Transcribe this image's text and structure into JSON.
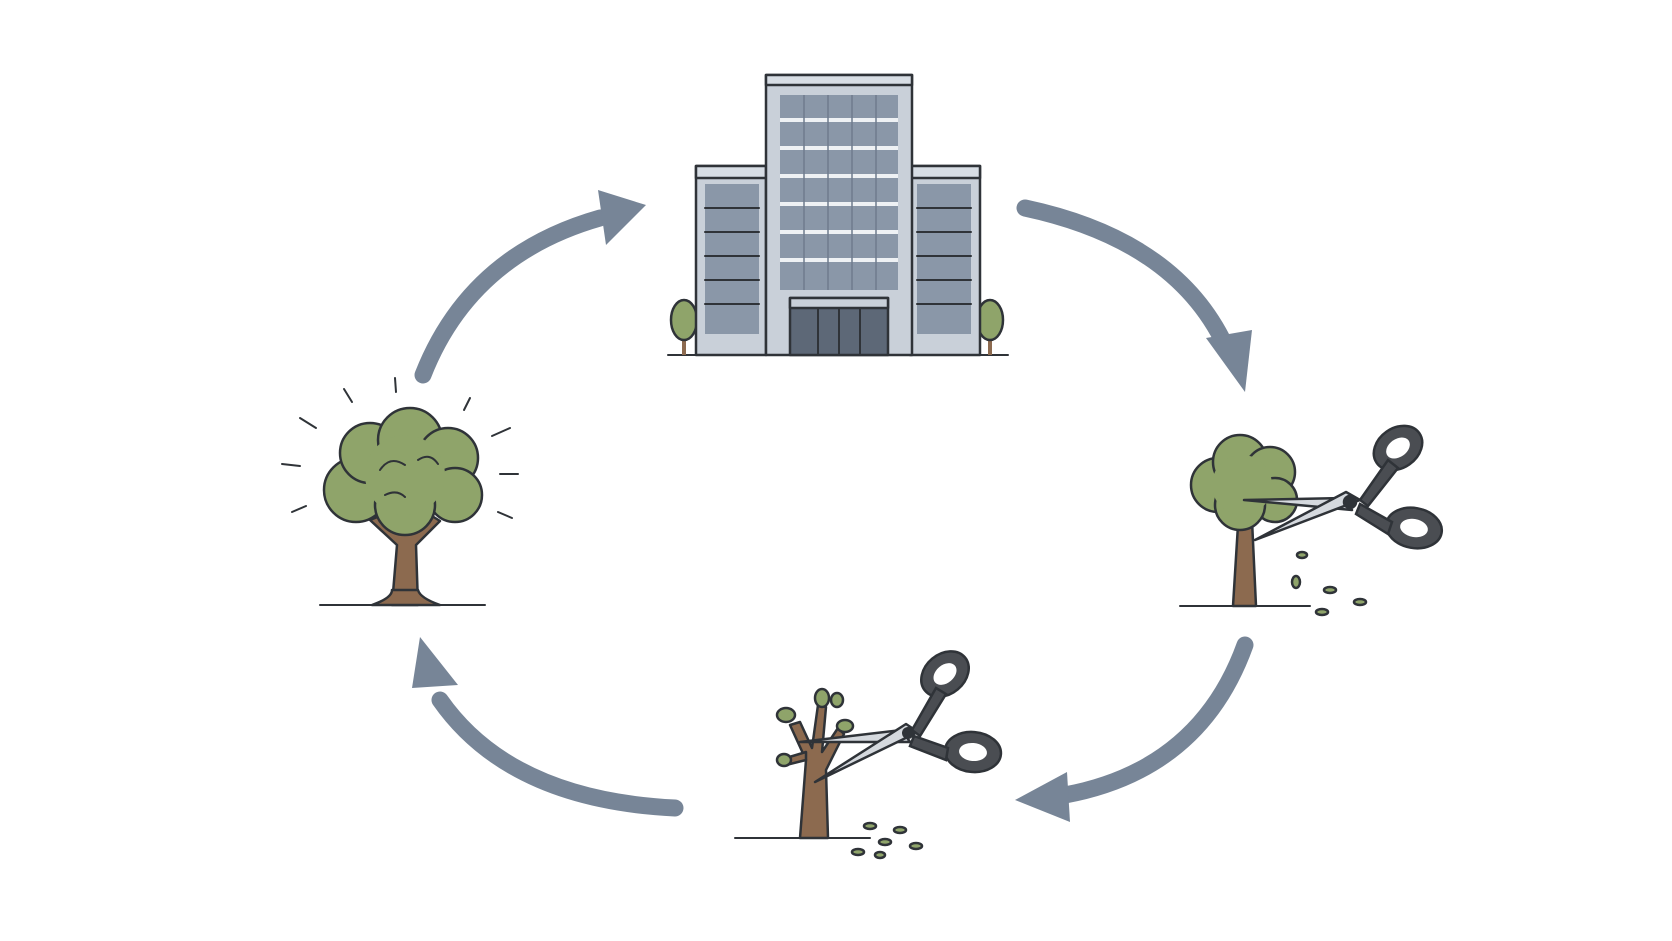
{
  "diagram": {
    "type": "cycle",
    "direction": "clockwise",
    "nodes": [
      {
        "id": "office-building",
        "icon": "office-building-icon"
      },
      {
        "id": "tree-being-trimmed",
        "icon": "tree-with-scissors-icon"
      },
      {
        "id": "bare-pruned-tree",
        "icon": "pruned-sapling-with-scissors-icon"
      },
      {
        "id": "regrown-tree",
        "icon": "healthy-tree-icon"
      }
    ],
    "edges": [
      {
        "from": "office-building",
        "to": "tree-being-trimmed"
      },
      {
        "from": "tree-being-trimmed",
        "to": "bare-pruned-tree"
      },
      {
        "from": "bare-pruned-tree",
        "to": "regrown-tree"
      },
      {
        "from": "regrown-tree",
        "to": "office-building"
      }
    ]
  },
  "colors": {
    "arrow": "#778597",
    "building_glass": "#8a97a8",
    "building_frame": "#c9d0d9",
    "foliage": "#8fa46a",
    "foliage_dark": "#6f8751",
    "trunk": "#8c6a4f",
    "scissor_handle": "#4a4d52",
    "blade": "#d5d9de",
    "background": "#ffffff"
  }
}
